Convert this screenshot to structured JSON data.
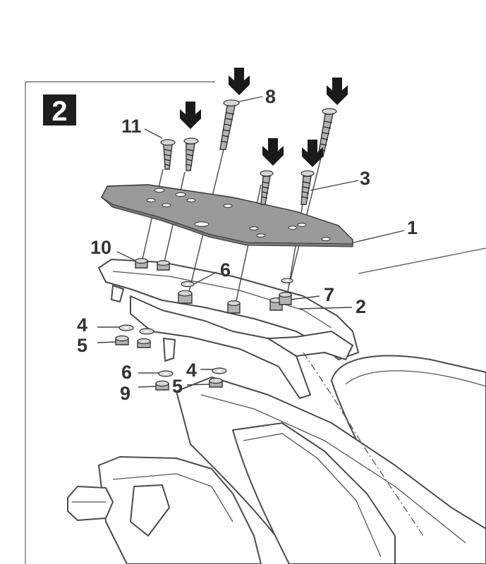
{
  "step": {
    "label": "2"
  },
  "callouts": {
    "c1": "1",
    "c2": "2",
    "c3": "3",
    "c4a": "4",
    "c4b": "4",
    "c5a": "5",
    "c5b": "5",
    "c6a": "6",
    "c6b": "6",
    "c7": "7",
    "c8": "8",
    "c9": "9",
    "c10": "10",
    "c11": "11"
  },
  "colors": {
    "plate": "#9a9a9a",
    "line": "#4a4a4a",
    "badge": "#1e1e1e",
    "label": "#333333"
  }
}
